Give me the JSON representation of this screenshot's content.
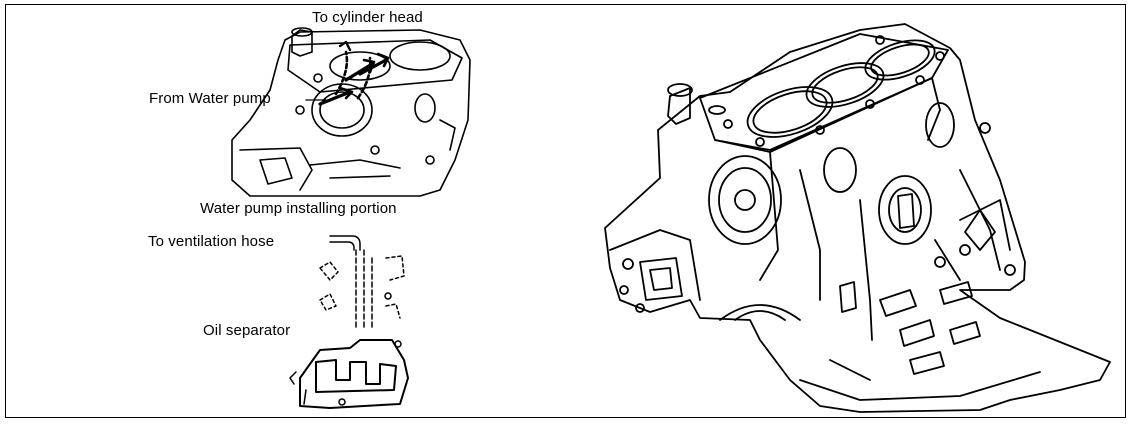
{
  "labels": {
    "to_cylinder_head": "To cylinder head",
    "from_water_pump": "From Water pump",
    "water_pump_installing_portion": "Water pump installing portion",
    "to_ventilation_hose": "To ventilation hose",
    "oil_separator": "Oil separator"
  },
  "colors": {
    "ink": "#000000",
    "paper": "#ffffff"
  }
}
